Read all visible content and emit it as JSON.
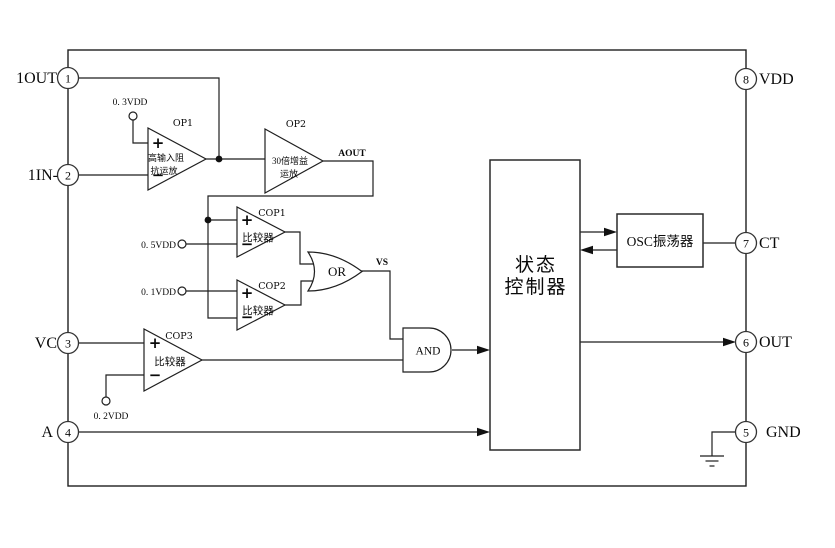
{
  "colors": {
    "line": "#1f1f1f",
    "background": "#ffffff",
    "text": "#0a0a0a"
  },
  "diagram": {
    "pins": {
      "p1": {
        "num": "1",
        "label": "1OUT"
      },
      "p2": {
        "num": "2",
        "label": "1IN-"
      },
      "p3": {
        "num": "3",
        "label": "VC"
      },
      "p4": {
        "num": "4",
        "label": "A"
      },
      "p5": {
        "num": "5",
        "label": "GND"
      },
      "p6": {
        "num": "6",
        "label": "OUT"
      },
      "p7": {
        "num": "7",
        "label": "CT"
      },
      "p8": {
        "num": "8",
        "label": "VDD"
      }
    },
    "amplifiers": {
      "op1": {
        "name": "OP1",
        "desc1": "高输入阻",
        "desc2": "抗运放"
      },
      "op2": {
        "name": "OP2",
        "desc1": "30倍增益",
        "desc2": "运放"
      }
    },
    "comparators": {
      "cop1": {
        "name": "COP1",
        "desc": "比较器"
      },
      "cop2": {
        "name": "COP2",
        "desc": "比较器"
      },
      "cop3": {
        "name": "COP3",
        "desc": "比较器"
      }
    },
    "gates": {
      "or_label": "OR",
      "and_label": "AND"
    },
    "blocks": {
      "state_ctrl1": "状态",
      "state_ctrl2": "控制器",
      "osc": "OSC振荡器"
    },
    "references": {
      "v03": "0. 3VDD",
      "v05": "0. 5VDD",
      "v01": "0. 1VDD",
      "v02": "0. 2VDD"
    },
    "nets": {
      "aout": "AOUT",
      "vs": "VS"
    },
    "symbols": {
      "plus": "+",
      "minus": "−"
    }
  }
}
